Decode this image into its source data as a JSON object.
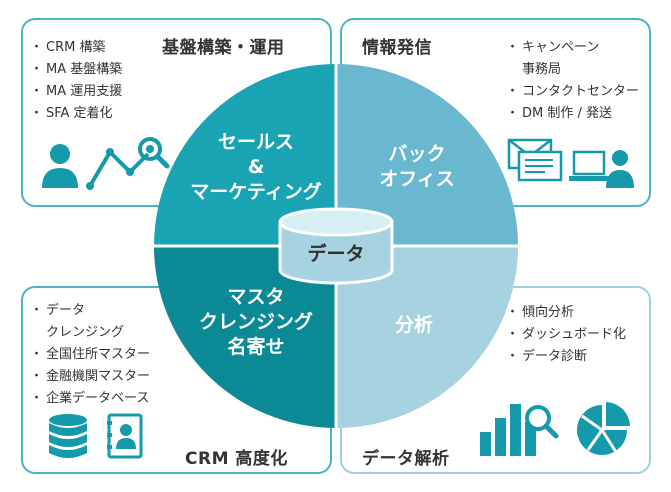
{
  "panels": {
    "top_left": {
      "title": "基盤構築・運用",
      "items": [
        "CRM 構築",
        "MA 基盤構築",
        "MA 運用支援",
        "SFA 定着化"
      ]
    },
    "top_right": {
      "title": "情報発信",
      "items": [
        "キャンペーン",
        "事務局",
        "コンタクトセンター",
        "DM 制作 / 発送"
      ]
    },
    "bottom_left": {
      "title": "CRM 高度化",
      "items": [
        "データ",
        "クレンジング",
        "全国住所マスター",
        "金融機関マスター",
        "企業データベース"
      ]
    },
    "bottom_right": {
      "title": "データ解析",
      "items": [
        "傾向分析",
        "ダッシュボード化",
        "データ診断"
      ]
    }
  },
  "quadrants": {
    "top_left": [
      "セールス",
      "&",
      "マーケティング"
    ],
    "top_right": [
      "バック",
      "オフィス"
    ],
    "bottom_left": [
      "マスタ",
      "クレンジング",
      "名寄せ"
    ],
    "bottom_right": [
      "分析"
    ]
  },
  "center_label": "データ",
  "icons": {
    "top_left": [
      "person-icon",
      "trend-line-icon",
      "magnifier-icon"
    ],
    "top_right": [
      "mail-icon",
      "laptop-user-icon"
    ],
    "bottom_left": [
      "database-icon",
      "contact-book-icon"
    ],
    "bottom_right": [
      "bar-chart-search-icon",
      "pie-chart-icon"
    ]
  },
  "colors": {
    "top_left": "#1aa3b3",
    "top_right": "#6ab8d0",
    "bottom_left": "#0b8a96",
    "bottom_right": "#a7d3e0",
    "border": "#4db3c3",
    "icon": "#149aab"
  }
}
